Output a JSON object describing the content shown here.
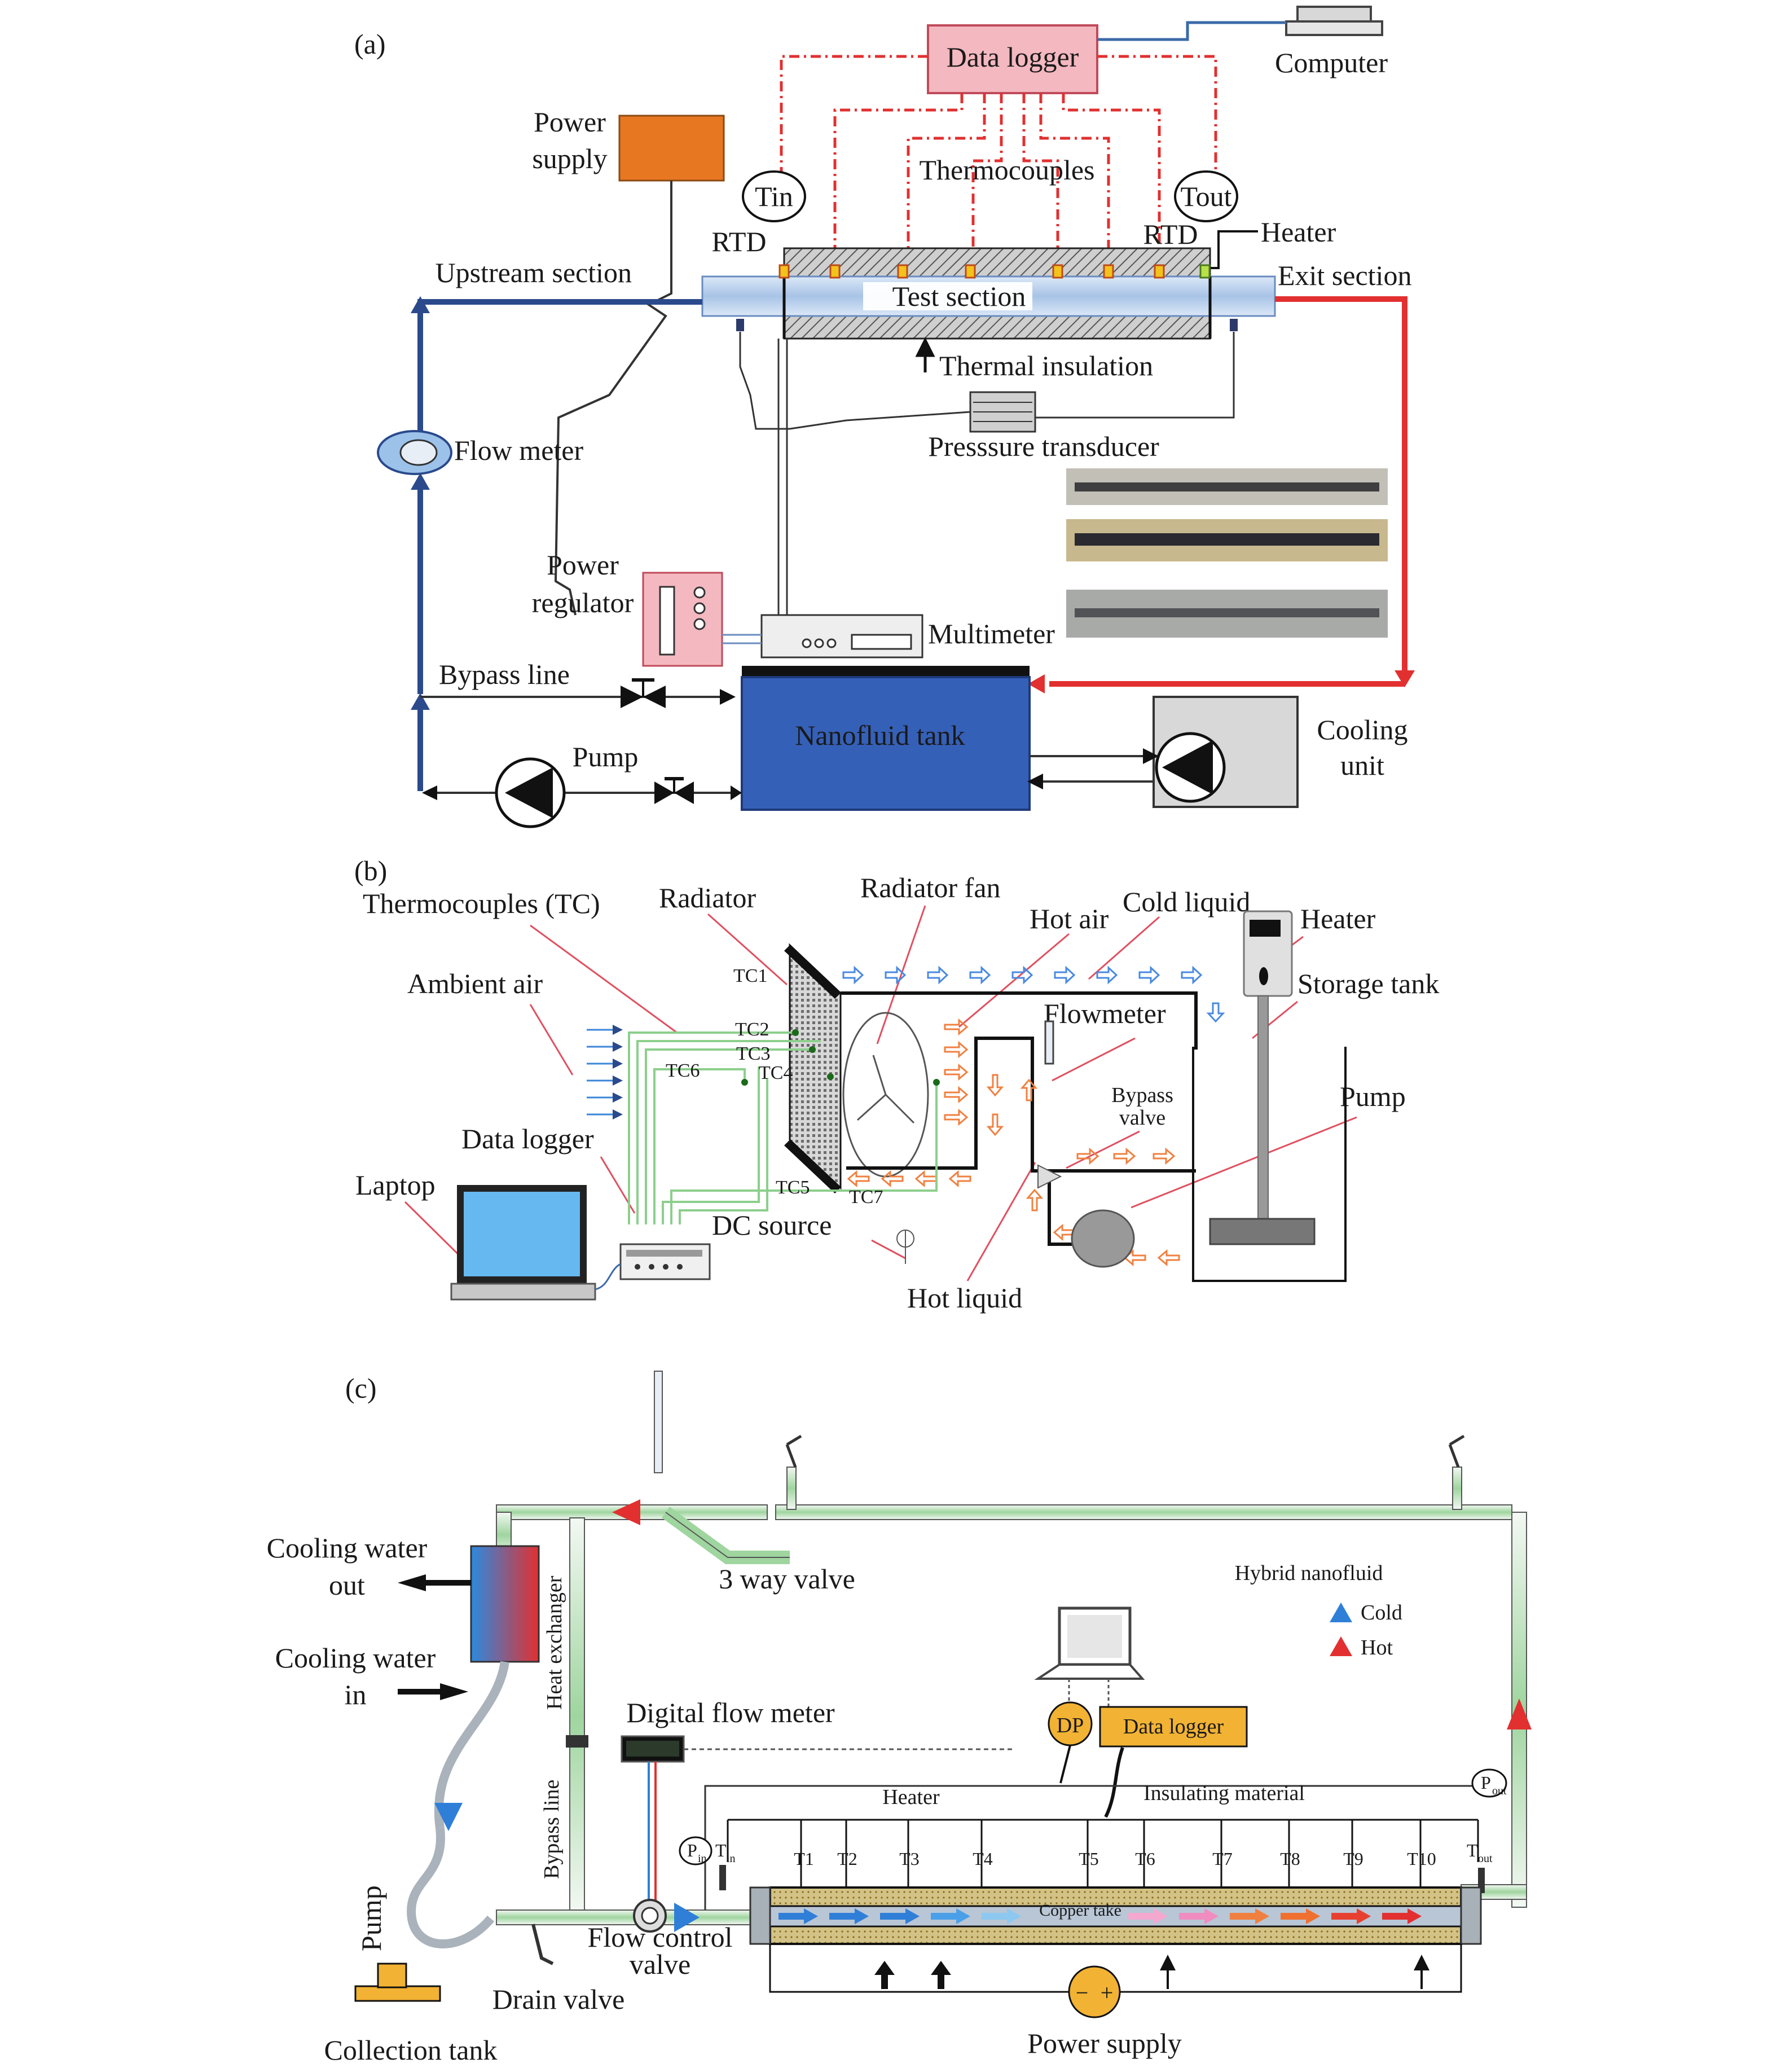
{
  "panel_a": {
    "tag": "(a)",
    "data_logger": "Data logger",
    "computer": "Computer",
    "power_supply_1": "Power",
    "power_supply_2": "supply",
    "thermocouples": "Thermocouples",
    "tin": "Tin",
    "tout": "Tout",
    "rtd_left": "RTD",
    "rtd_right": "RTD",
    "heater": "Heater",
    "upstream": "Upstream section",
    "exit": "Exit section",
    "test_section": "Test section",
    "insulation": "Thermal insulation",
    "flow_meter": "Flow meter",
    "pressure_transducer": "Presssure transducer",
    "power_regulator_1": "Power",
    "power_regulator_2": "regulator",
    "multimeter": "Multimeter",
    "bypass_line": "Bypass line",
    "nanofluid_tank": "Nanofluid tank",
    "pump": "Pump",
    "cooling_1": "Cooling",
    "cooling_2": "unit"
  },
  "panel_b": {
    "tag": "(b)",
    "thermocouples_tc": "Thermocouples (TC)",
    "radiator": "Radiator",
    "radiator_fan": "Radiator fan",
    "hot_air": "Hot air",
    "cold_liquid": "Cold liquid",
    "heater": "Heater",
    "storage_tank": "Storage tank",
    "ambient_air": "Ambient air",
    "flowmeter": "Flowmeter",
    "bypass_1": "Bypass",
    "bypass_2": "valve",
    "pump": "Pump",
    "data_logger": "Data logger",
    "laptop": "Laptop",
    "dc_source": "DC source",
    "hot_liquid": "Hot liquid",
    "tc1": "TC1",
    "tc2": "TC2",
    "tc3": "TC3",
    "tc4": "TC4",
    "tc5": "TC5",
    "tc6": "TC6",
    "tc7": "TC7"
  },
  "panel_c": {
    "tag": "(c)",
    "cooling_out_1": "Cooling water",
    "cooling_out_2": "out",
    "cooling_in_1": "Cooling water",
    "cooling_in_2": "in",
    "heat_exchanger": "Heat exchanger",
    "three_way_valve": "3 way valve",
    "hybrid_nanofluid": "Hybrid nanofluid",
    "cold": "Cold",
    "hot": "Hot",
    "digital_flow_meter": "Digital flow meter",
    "dp": "DP",
    "data_logger": "Data logger",
    "bypass_line": "Bypass line",
    "heater": "Heater",
    "insulating_material": "Insulating material",
    "pout_p": "P",
    "pout_sub": "out",
    "pin_p": "P",
    "pin_sub": "in",
    "tin_t": "T",
    "tin_sub": "in",
    "tout_t": "T",
    "tout_sub": "out",
    "t1": "T1",
    "t2": "T2",
    "t3": "T3",
    "t4": "T4",
    "t5": "T5",
    "t6": "T6",
    "t7": "T7",
    "t8": "T8",
    "t9": "T9",
    "t10": "T10",
    "copper_tube": "Copper take",
    "pump": "Pump",
    "flow_control_1": "Flow control",
    "flow_control_2": "valve",
    "drain_valve": "Drain valve",
    "collection_tank": "Collection tank",
    "power_supply": "Power supply",
    "power_minus": "−",
    "power_plus": "+"
  },
  "colors": {
    "blue_line": "#2a4a8c",
    "red_line": "#e23030",
    "pink_box": "#f4b8c0",
    "orange_box": "#e87722",
    "tank_blue": "#3560b8",
    "green_wire": "#8ccf8c",
    "yellow": "#f2b233"
  }
}
